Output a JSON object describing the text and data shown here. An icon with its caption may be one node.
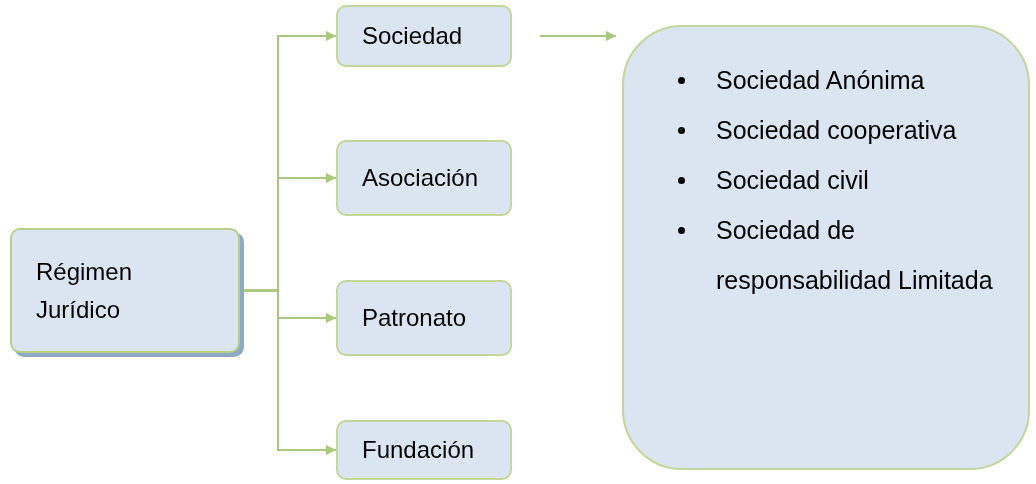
{
  "diagram": {
    "nodes": [
      {
        "text": [
          "Régimen Jurídico"
        ]
      },
      {
        "text": [
          "Sociedad"
        ]
      },
      {
        "text": [
          "Asociación"
        ]
      },
      {
        "text": [
          "Patronato"
        ]
      },
      {
        "text": [
          "Fundación"
        ]
      },
      {
        "text": [
          "Sociedad Anónima",
          "Sociedad cooperativa",
          "Sociedad civil",
          "Sociedad de responsabilidad Limitada"
        ]
      }
    ],
    "edges": [
      {
        "from": 0,
        "to": 1,
        "arrow": "to"
      },
      {
        "from": 0,
        "to": 2,
        "arrow": "to"
      },
      {
        "from": 0,
        "to": 3,
        "arrow": "to"
      },
      {
        "from": 0,
        "to": 4,
        "arrow": "to"
      },
      {
        "from": 1,
        "to": 5,
        "arrow": "to"
      }
    ]
  }
}
